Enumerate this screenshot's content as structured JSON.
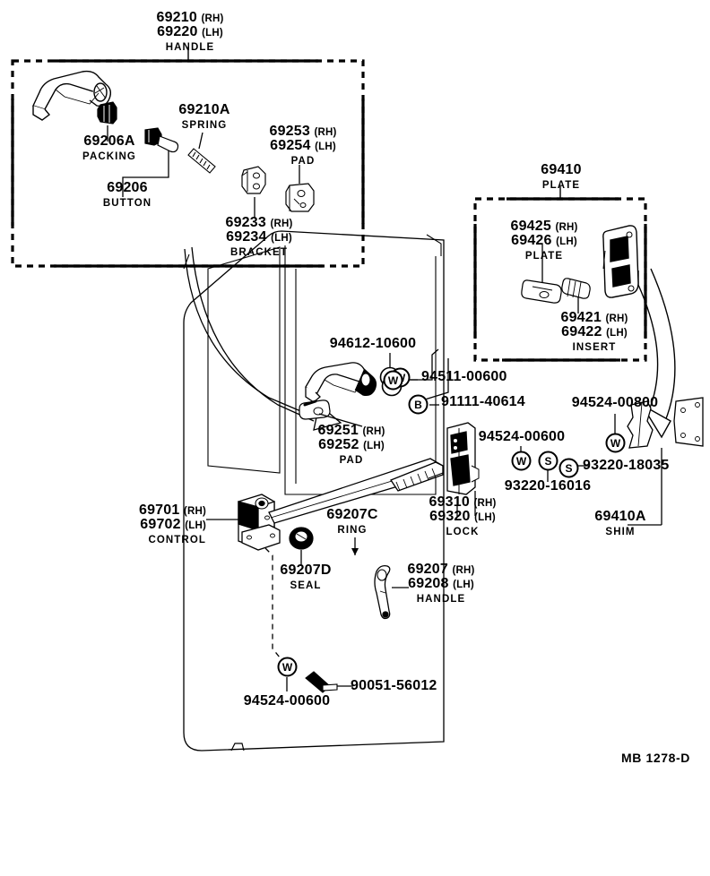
{
  "diagram": {
    "code": "MB  1278-D",
    "title_part": "69210",
    "figure_kind": "exploded-parts-diagram"
  },
  "groups": {
    "handle_box": {
      "callout": {
        "rh": "69210",
        "rh_side": "(RH)",
        "lh": "69220",
        "lh_side": "(LH)",
        "name": "HANDLE"
      }
    },
    "plate_box": {
      "callout": {
        "pn": "69410",
        "name": "PLATE"
      }
    }
  },
  "labels": [
    {
      "id": "l-69210",
      "lines": [
        {
          "pn": "69210",
          "sfx": "(RH)"
        },
        {
          "pn": "69220",
          "sfx": "(LH)"
        },
        {
          "nm": "HANDLE"
        }
      ]
    },
    {
      "id": "l-69206a",
      "lines": [
        {
          "pn": "69206A"
        },
        {
          "nm": "PACKING"
        }
      ]
    },
    {
      "id": "l-69206",
      "lines": [
        {
          "pn": "69206"
        },
        {
          "nm": "BUTTON"
        }
      ]
    },
    {
      "id": "l-69210a",
      "lines": [
        {
          "pn": "69210A"
        },
        {
          "nm": "SPRING"
        }
      ]
    },
    {
      "id": "l-69253",
      "lines": [
        {
          "pn": "69253",
          "sfx": "(RH)"
        },
        {
          "pn": "69254",
          "sfx": "(LH)"
        },
        {
          "nm": "PAD"
        }
      ]
    },
    {
      "id": "l-69233",
      "lines": [
        {
          "pn": "69233",
          "sfx": "(RH)"
        },
        {
          "pn": "69234",
          "sfx": "(LH)"
        },
        {
          "nm": "BRACKET"
        }
      ]
    },
    {
      "id": "l-69410",
      "lines": [
        {
          "pn": "69410"
        },
        {
          "nm": "PLATE"
        }
      ]
    },
    {
      "id": "l-69425",
      "lines": [
        {
          "pn": "69425",
          "sfx": "(RH)"
        },
        {
          "pn": "69426",
          "sfx": "(LH)"
        },
        {
          "nm": "PLATE"
        }
      ]
    },
    {
      "id": "l-69421",
      "lines": [
        {
          "pn": "69421",
          "sfx": "(RH)"
        },
        {
          "pn": "69422",
          "sfx": "(LH)"
        },
        {
          "nm": "INSERT"
        }
      ]
    },
    {
      "id": "l-94612",
      "lines": [
        {
          "pn": "94612-10600"
        }
      ]
    },
    {
      "id": "l-94511",
      "lines": [
        {
          "pn": "94511-00600"
        }
      ]
    },
    {
      "id": "l-91111",
      "lines": [
        {
          "pn": "91111-40614"
        }
      ]
    },
    {
      "id": "l-69251",
      "lines": [
        {
          "pn": "69251",
          "sfx": "(RH)"
        },
        {
          "pn": "69252",
          "sfx": "(LH)"
        },
        {
          "nm": "PAD"
        }
      ]
    },
    {
      "id": "l-94524c",
      "lines": [
        {
          "pn": "94524-00600"
        }
      ]
    },
    {
      "id": "l-94524r",
      "lines": [
        {
          "pn": "94524-00800"
        }
      ]
    },
    {
      "id": "l-93220-18035",
      "lines": [
        {
          "pn": "93220-18035"
        }
      ]
    },
    {
      "id": "l-93220-16016",
      "lines": [
        {
          "pn": "93220-16016"
        }
      ]
    },
    {
      "id": "l-69310",
      "lines": [
        {
          "pn": "69310",
          "sfx": "(RH)"
        },
        {
          "pn": "69320",
          "sfx": "(LH)"
        },
        {
          "nm": "LOCK"
        }
      ]
    },
    {
      "id": "l-69410a",
      "lines": [
        {
          "pn": "69410A"
        },
        {
          "nm": "SHIM"
        }
      ]
    },
    {
      "id": "l-69701",
      "lines": [
        {
          "pn": "69701",
          "sfx": "(RH)"
        },
        {
          "pn": "69702",
          "sfx": "(LH)"
        },
        {
          "nm": "CONTROL"
        }
      ]
    },
    {
      "id": "l-69207c",
      "lines": [
        {
          "pn": "69207C"
        },
        {
          "nm": "RING"
        }
      ]
    },
    {
      "id": "l-69207d",
      "lines": [
        {
          "pn": "69207D"
        },
        {
          "nm": "SEAL"
        }
      ]
    },
    {
      "id": "l-69207",
      "lines": [
        {
          "pn": "69207",
          "sfx": "(RH)"
        },
        {
          "pn": "69208",
          "sfx": "(LH)"
        },
        {
          "nm": "HANDLE"
        }
      ]
    },
    {
      "id": "l-94524b",
      "lines": [
        {
          "pn": "94524-00600"
        }
      ]
    },
    {
      "id": "l-90051",
      "lines": [
        {
          "pn": "90051-56012"
        }
      ]
    }
  ],
  "markers": [
    {
      "id": "m-w-94612",
      "glyph": "W",
      "kind": "washer"
    },
    {
      "id": "m-w-94511",
      "glyph": "W",
      "kind": "washer"
    },
    {
      "id": "m-b-91111",
      "glyph": "B",
      "kind": "bolt"
    },
    {
      "id": "m-w-94524c",
      "glyph": "W",
      "kind": "washer"
    },
    {
      "id": "m-s-93220-16016",
      "glyph": "S",
      "kind": "screw"
    },
    {
      "id": "m-s-93220-18035",
      "glyph": "S",
      "kind": "screw"
    },
    {
      "id": "m-w-94524r",
      "glyph": "W",
      "kind": "washer"
    },
    {
      "id": "m-w-94524b",
      "glyph": "W",
      "kind": "washer"
    }
  ],
  "colors": {
    "ink": "#000000",
    "paper": "#ffffff"
  }
}
